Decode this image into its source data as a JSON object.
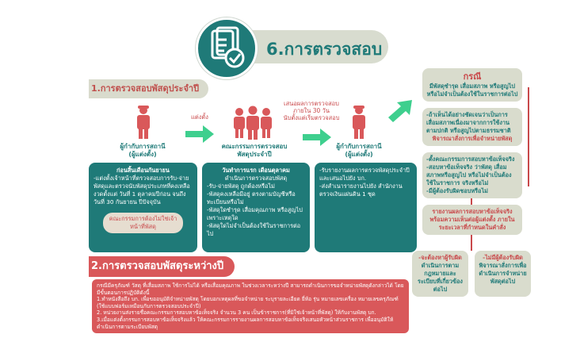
{
  "title": "6.การตรวจสอบ",
  "colors": {
    "teal": "#1f7a78",
    "red": "#d9585a",
    "beige": "#d9dccd",
    "arrow": "#3ecf8e"
  },
  "section1": {
    "label": "1.การตรวจสอบพัสดุประจำปี",
    "actors": [
      {
        "name": "ผู้กำกับการสถานี",
        "sub": "(ผู้แต่งตั้ง)"
      },
      {
        "name": "คณะกรรมการตรวจสอบ",
        "sub": "พัสดุประจำปี"
      },
      {
        "name": "ผู้กำกับการสถานี",
        "sub": "(ผู้แต่งตั้ง)"
      }
    ],
    "arrow1_label": "แต่งตั้ง",
    "arrow2_label": [
      "เสนอผลการตรวจสอบ",
      "ภายใน 30 วัน",
      "นับตั้งแต่เริ่มตรวจสอบ"
    ],
    "box1": {
      "heading": "ก่อนสิ้นเดือนกันยายน",
      "body": "-แต่งตั้งเจ้าหน้าที่ตรวจสอบการรับ-จ่ายพัสดุและตรวจนับพัสดุประเภทที่คงเหลือ งวดตั้งแต่ วันที่ 1 ตุลาคมปีก่อน จนถึงวันที่ 30 กันยายน ปีปัจจุบัน",
      "note": "คณะกรรมการต้องไม่ใช่เจ้าหน้าที่พัสดุ"
    },
    "box2": {
      "heading": "วันทำการแรก เดือนตุลาคม",
      "subheading": "ดำเนินการตรวจสอบพัสดุ",
      "items": [
        "-รับ-จ่ายพัสดุ ถูกต้องหรือไม่",
        "-พัสดุคงเหลือมีอยู่ ตรงตามบัญชีหรือทะเบียนหรือไม่",
        "-พัสดุใดชำรุด เสื่อมคุณภาพ หรือสูญไปเพราะเหตุใด",
        "-พัสดุใดไม่จำเป็นต้องใช้ในราชการต่อไป"
      ]
    },
    "box3": {
      "items": [
        "-รับรายงานผลการตรวจพัสดุประจำปีและเสนอไปยัง บก.",
        "-ส่งสำเนารายงานไปยัง สำนักงานตรวจเงินแผ่นดิน 1 ชุด"
      ]
    }
  },
  "section2": {
    "label": "2.การตรวจสอบพัสดุระหว่างปี",
    "lines": [
      "กรณีมีครุภัณฑ์ วัสดุ ที่เสื่อมสภาพ ใช้การไม่ได้ หรือเสื่อมคุณภาพ ในช่วงเวลาระหว่างปี สามารถดำเนินการขอจำหน่ายพัสดุดังกล่าวได้ โดยมีขั้นตอนการปฏิบัติดังนี้",
      "1.ทำหนังสือถึง บก. เพื่อขออนุมัติจำหน่ายพัสดุ โดยบอกเหตุผลที่ขอจำหน่าย ระบุรายละเอียด ยี่ห้อ รุ่น หมายเลขเครื่อง หมายเลขครุภัณฑ์ (ใช้แบบฟอร์มเหมือนกับการตรวจสอบประจำปี)",
      "2. หน่วยงานส่งรายชื่อคณะกรรมการสอบหาข้อเท็จจริง จำนวน 3 คน เป็นข้าราชการ(ที่มิใช่เจ้าหน้าที่พัสดุ) ให้กับงานพัสดุ บก.",
      "3.เมื่อแต่งตั้งกรรมการสอบหาข้อเท็จจริงแล้ว ให้คณะกรรมการรายงานผลการสอบหาข้อเท็จจริงเสนอหัวหน้าส่วนราชการ เพื่ออนุมัติให้ดำเนินการตามระเบียบพัสดุ"
    ]
  },
  "right": {
    "case_title": "กรณี",
    "case_body": "มีพัสดุชำรุด เสื่อมสภาพ หรือสูญไป หรือไม่จำเป็นต้องใช้ในราชการต่อไป",
    "box2_body": "-ถ้าเห็นได้อย่างชัดเจนว่าเป็นการเสื่อมสภาพเนื่องมาจากการใช้งานตามปกติ หรือสูญไปตามธรรมชาติ",
    "box2_note": "พิจารณาสั่งการเพื่อจำหน่ายพัสดุ",
    "box3_items": [
      "-ตั้งคณะกรรมการสอบหาข้อเท็จจริง",
      "-สอบหาข้อเท็จจริง ว่าพัสดุ เสื่อมสภาพหรือสูญไป หรือไม่จำเป็นต้องใช้ในราชการ จริงหรือไม่",
      "-มีผู้ต้องรับผิดชอบหรือไม่"
    ],
    "box4_body": "รายงานผลการสอบหาข้อเท็จจริง พร้อมความเห็นต่อผู้แต่งตั้ง ภายในระยะเวลาที่กำหนดในคำสั่ง",
    "left_outcome": {
      "head": "-จะต้องหาผู้รับผิด",
      "body": "ดำเนินการตามกฎหมายและระเบียบที่เกี่ยวข้องต่อไป"
    },
    "right_outcome": {
      "head": "-ไม่มีผู้ต้องรับผิด",
      "body": "พิจารณาสั่งการเพื่อดำเนินการจำหน่ายพัสดุต่อไป"
    }
  }
}
